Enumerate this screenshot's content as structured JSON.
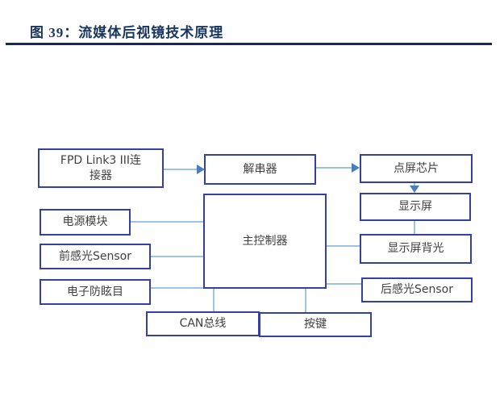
{
  "figure": {
    "title": "图 39：流媒体后视镜技术原理"
  },
  "diagram": {
    "nodes": {
      "fpd_link": {
        "label": "FPD Link3 III连\n接器"
      },
      "deserializer": {
        "label": "解串器"
      },
      "screen_driver": {
        "label": "点屏芯片"
      },
      "display": {
        "label": "显示屏"
      },
      "display_backlight": {
        "label": "显示屏背光"
      },
      "rear_light_sensor": {
        "label": "后感光Sensor"
      },
      "main_controller": {
        "label": "主控制器"
      },
      "power_module": {
        "label": "电源模块"
      },
      "front_light_sensor": {
        "label": "前感光Sensor"
      },
      "anti_glare": {
        "label": "电子防眩目"
      },
      "can_bus": {
        "label": "CAN总线"
      },
      "keys": {
        "label": "按键"
      }
    },
    "colors": {
      "box_border": "#3640a0",
      "box_text": "#3f3f3f",
      "connector_line": "#9cc3e6",
      "arrowhead": "#4a7ebb",
      "title_text": "#17365d",
      "title_rule": "#152c4e",
      "background": "#ffffff"
    }
  }
}
